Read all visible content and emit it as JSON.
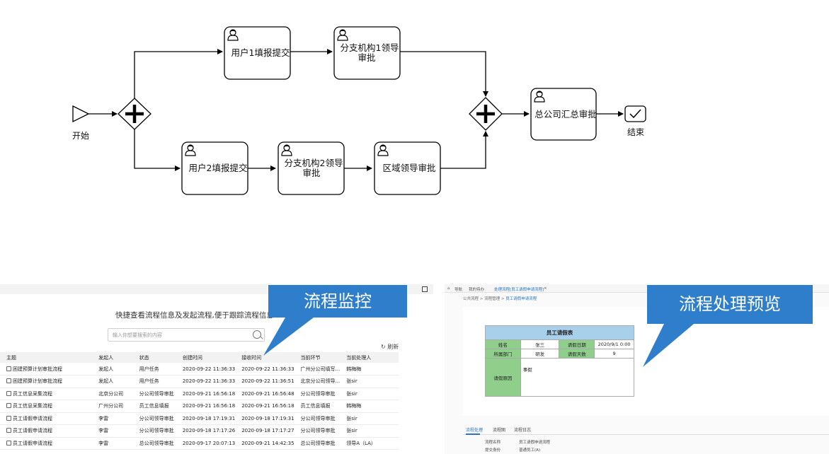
{
  "diagram": {
    "start_label": "开始",
    "end_label": "结束",
    "tasks": {
      "user1": "用户1填报提交",
      "branch1_line1": "分支机构1领导",
      "branch1_line2": "审批",
      "user2": "用户2填报提交",
      "branch2_line1": "分支机构2领导",
      "branch2_line2": "审批",
      "region": "区域领导审批",
      "hq": "总公司汇总审批"
    }
  },
  "callouts": {
    "left": "流程监控",
    "right": "流程处理预览"
  },
  "monitor": {
    "subtitle": "快捷查看流程信息及发起流程,便于跟踪流程信息",
    "search_placeholder": "输入你想要搜索的内容",
    "refresh_label": "刷新",
    "columns": [
      "主题",
      "发起人",
      "状态",
      "创建时间",
      "接收时间",
      "当前环节",
      "当前处理人"
    ],
    "rows": [
      [
        "困建预算计划审批流程",
        "发起人",
        "用户任务",
        "2020-09-22 11:36:33",
        "2020-09-22 11:36:33",
        "广州分公司填写...",
        "韩梅梅"
      ],
      [
        "困建预算计划审批流程",
        "发起人",
        "用户任务",
        "2020-09-22 11:36:33",
        "2020-09-22 11:36:51",
        "北京分公司领导...",
        "张sir"
      ],
      [
        "员工信息采集流程",
        "北京分公司",
        "分公司领导审批",
        "2020-09-21 16:56:18",
        "2020-09-21 16:56:48",
        "分公司领导审批",
        "张sir"
      ],
      [
        "员工信息采集流程",
        "广州分公司",
        "员工信息填报",
        "2020-09-21 16:56:18",
        "2020-09-21 16:56:18",
        "员工信息填报",
        "韩梅梅"
      ],
      [
        "员工请假申请流程",
        "李雷",
        "分公司领导审批",
        "2020-09-18 17:19:31",
        "2020-09-18 17:19:31",
        "分公司领导审批",
        "张sir"
      ],
      [
        "员工请假申请流程",
        "李雷",
        "分公司领导审批",
        "2020-09-18 17:17:26",
        "2020-09-18 17:17:27",
        "分公司领导审批",
        "张sir"
      ],
      [
        "员工请假申请流程",
        "李雷",
        "总公司领导审批",
        "2020-09-17 20:07:13",
        "2020-09-21 14:42:35",
        "总公司领导审批",
        "领导A（LA）"
      ]
    ]
  },
  "preview": {
    "nav_home": "导航",
    "nav_tab1": "我的待办",
    "nav_tab2": "处理流程[员工请假申请流程]",
    "nav_close": "×",
    "crumb_prefix": "公共流程 > 流程管理 >",
    "crumb_link": "员工请假申请流程",
    "form_title": "员工请假表",
    "name_label": "姓名",
    "name_value": "张三",
    "date_label": "请假日期",
    "date_value": "2020/9/1 0:00",
    "dept_label": "所属部门",
    "dept_value": "研发",
    "days_label": "请假天数",
    "days_value": "9",
    "reason_label": "请假原因",
    "reason_value": "事假",
    "tabs": [
      "流程处理",
      "流程图",
      "流程日志"
    ],
    "info_rows": [
      [
        "流程名称",
        "员工请假申请流程"
      ],
      [
        "提交身份",
        "普通员工(A)"
      ]
    ]
  }
}
